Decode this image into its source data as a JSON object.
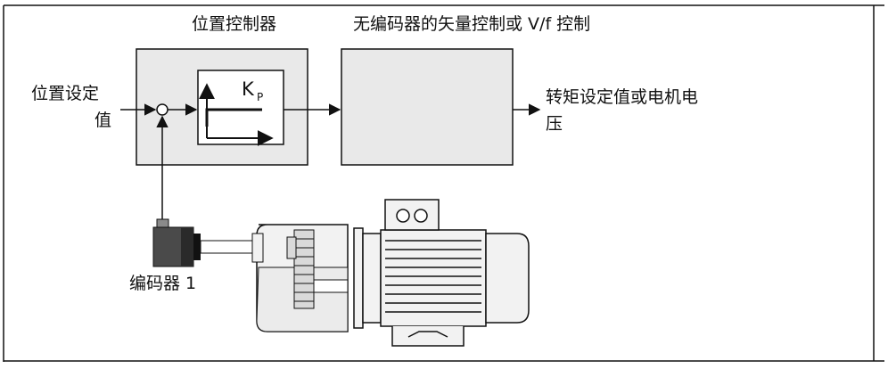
{
  "labels": {
    "position_controller_title": "位置控制器",
    "vector_control_title": "无编码器的矢量控制或 V/f 控制",
    "setpoint_line1": "位置设定",
    "setpoint_line2": "值",
    "output_line1": "转矩设定值或电机电",
    "output_line2": "压",
    "encoder_label": "编码器 1",
    "kp_main": "K",
    "kp_sub": "P"
  },
  "colors": {
    "block_fill": "#e9e9e9",
    "line": "#111111",
    "motor_fill": "#f2f2f2",
    "gear_fill": "#d9d9d9",
    "encoder_fill": "#4a4a4a"
  }
}
